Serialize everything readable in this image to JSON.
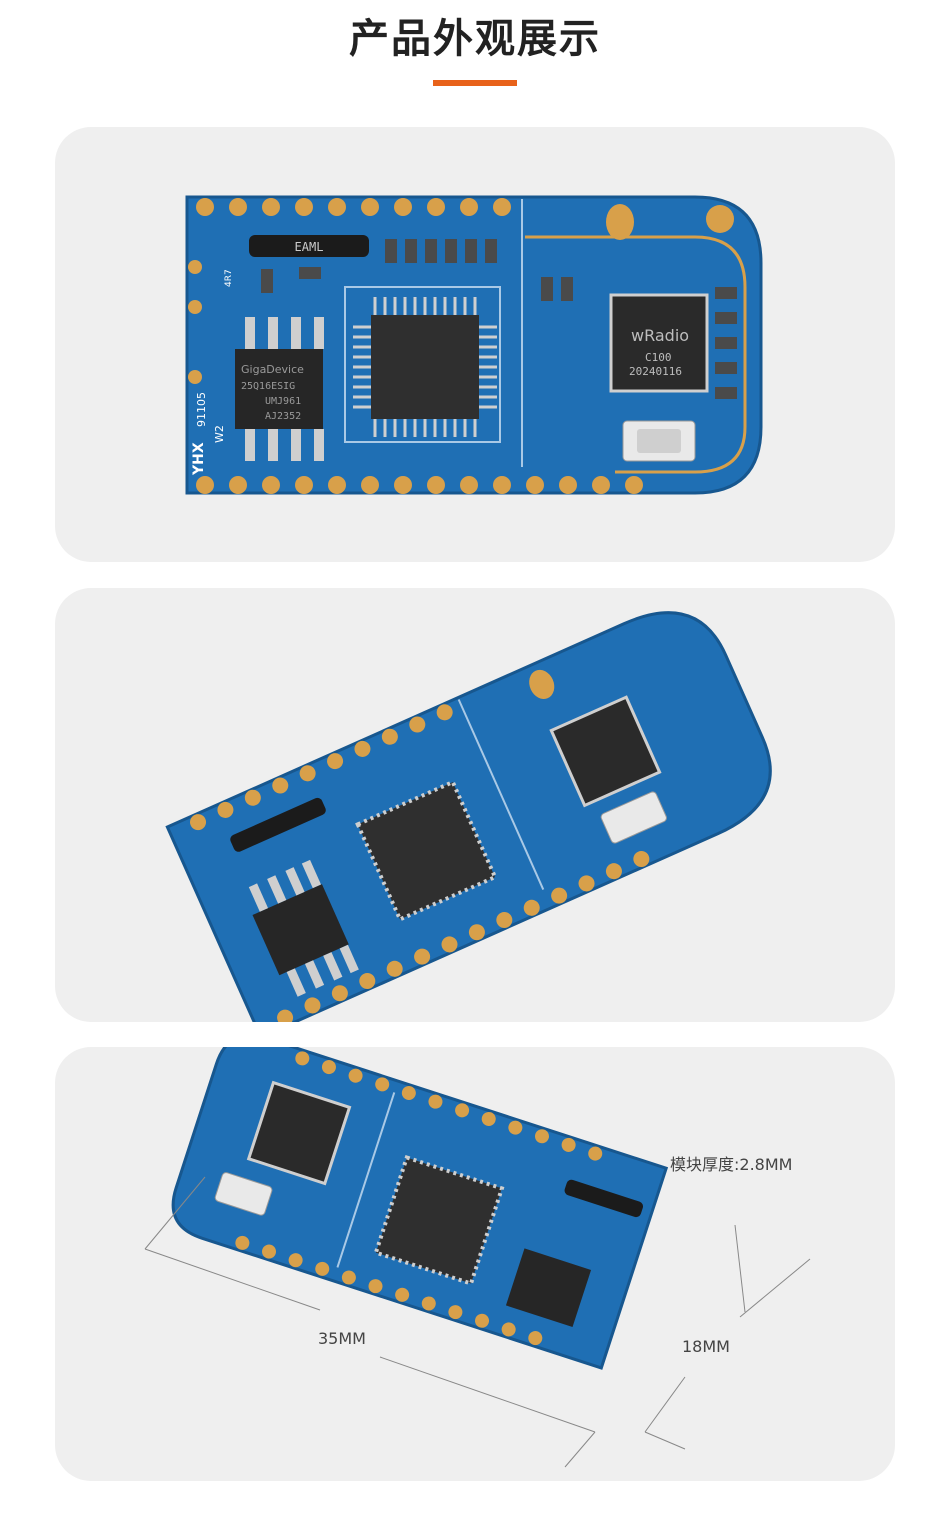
{
  "header": {
    "title": "产品外观展示"
  },
  "board": {
    "top_label": "EAML",
    "flash_chip": [
      "GigaDevice",
      "25Q16ESIG",
      "UMJ961",
      "AJ2352"
    ],
    "radio_chip": [
      "wRadio",
      "C100",
      "20240116"
    ],
    "silk_brand": "YHX",
    "silk_w2": "W2",
    "silk_code": "91105",
    "silk_r": "4R7"
  },
  "dimensions": {
    "thickness": "模块厚度:2.8MM",
    "length": "35MM",
    "width": "18MM"
  },
  "colors": {
    "accent": "#e8621a",
    "pcb": "#1f6fb4",
    "gold": "#d8a04a",
    "chip": "#2a2a2a"
  }
}
